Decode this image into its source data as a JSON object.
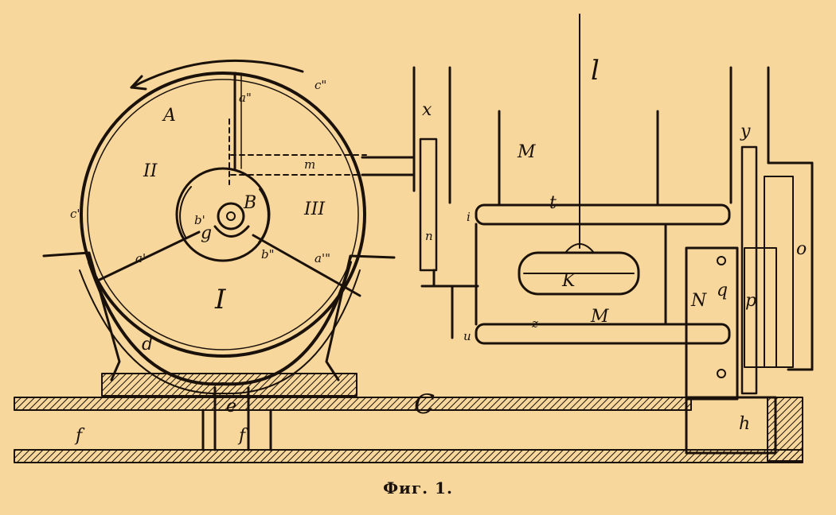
{
  "caption": "Фиг. 1.",
  "colors": {
    "background": "#F8D79C",
    "ink": "#1a120a"
  },
  "labels": {
    "A": "A",
    "B": "B",
    "C": "C",
    "I": "I",
    "II": "II",
    "III": "III",
    "a1": "a'",
    "a2": "a\"",
    "a3": "a'\"",
    "b1": "b'",
    "b2": "b\"",
    "c1": "c'",
    "c2": "c\"",
    "d": "d",
    "e": "e",
    "f1": "f",
    "f2": "f",
    "g": "g",
    "h": "h",
    "i": "i",
    "l": "l",
    "m": "m",
    "n": "n",
    "o": "o",
    "p": "p",
    "q": "q",
    "t": "t",
    "u": "u",
    "x": "x",
    "y": "y",
    "z": "z",
    "K": "K",
    "M1": "M",
    "M2": "M",
    "N": "N"
  }
}
